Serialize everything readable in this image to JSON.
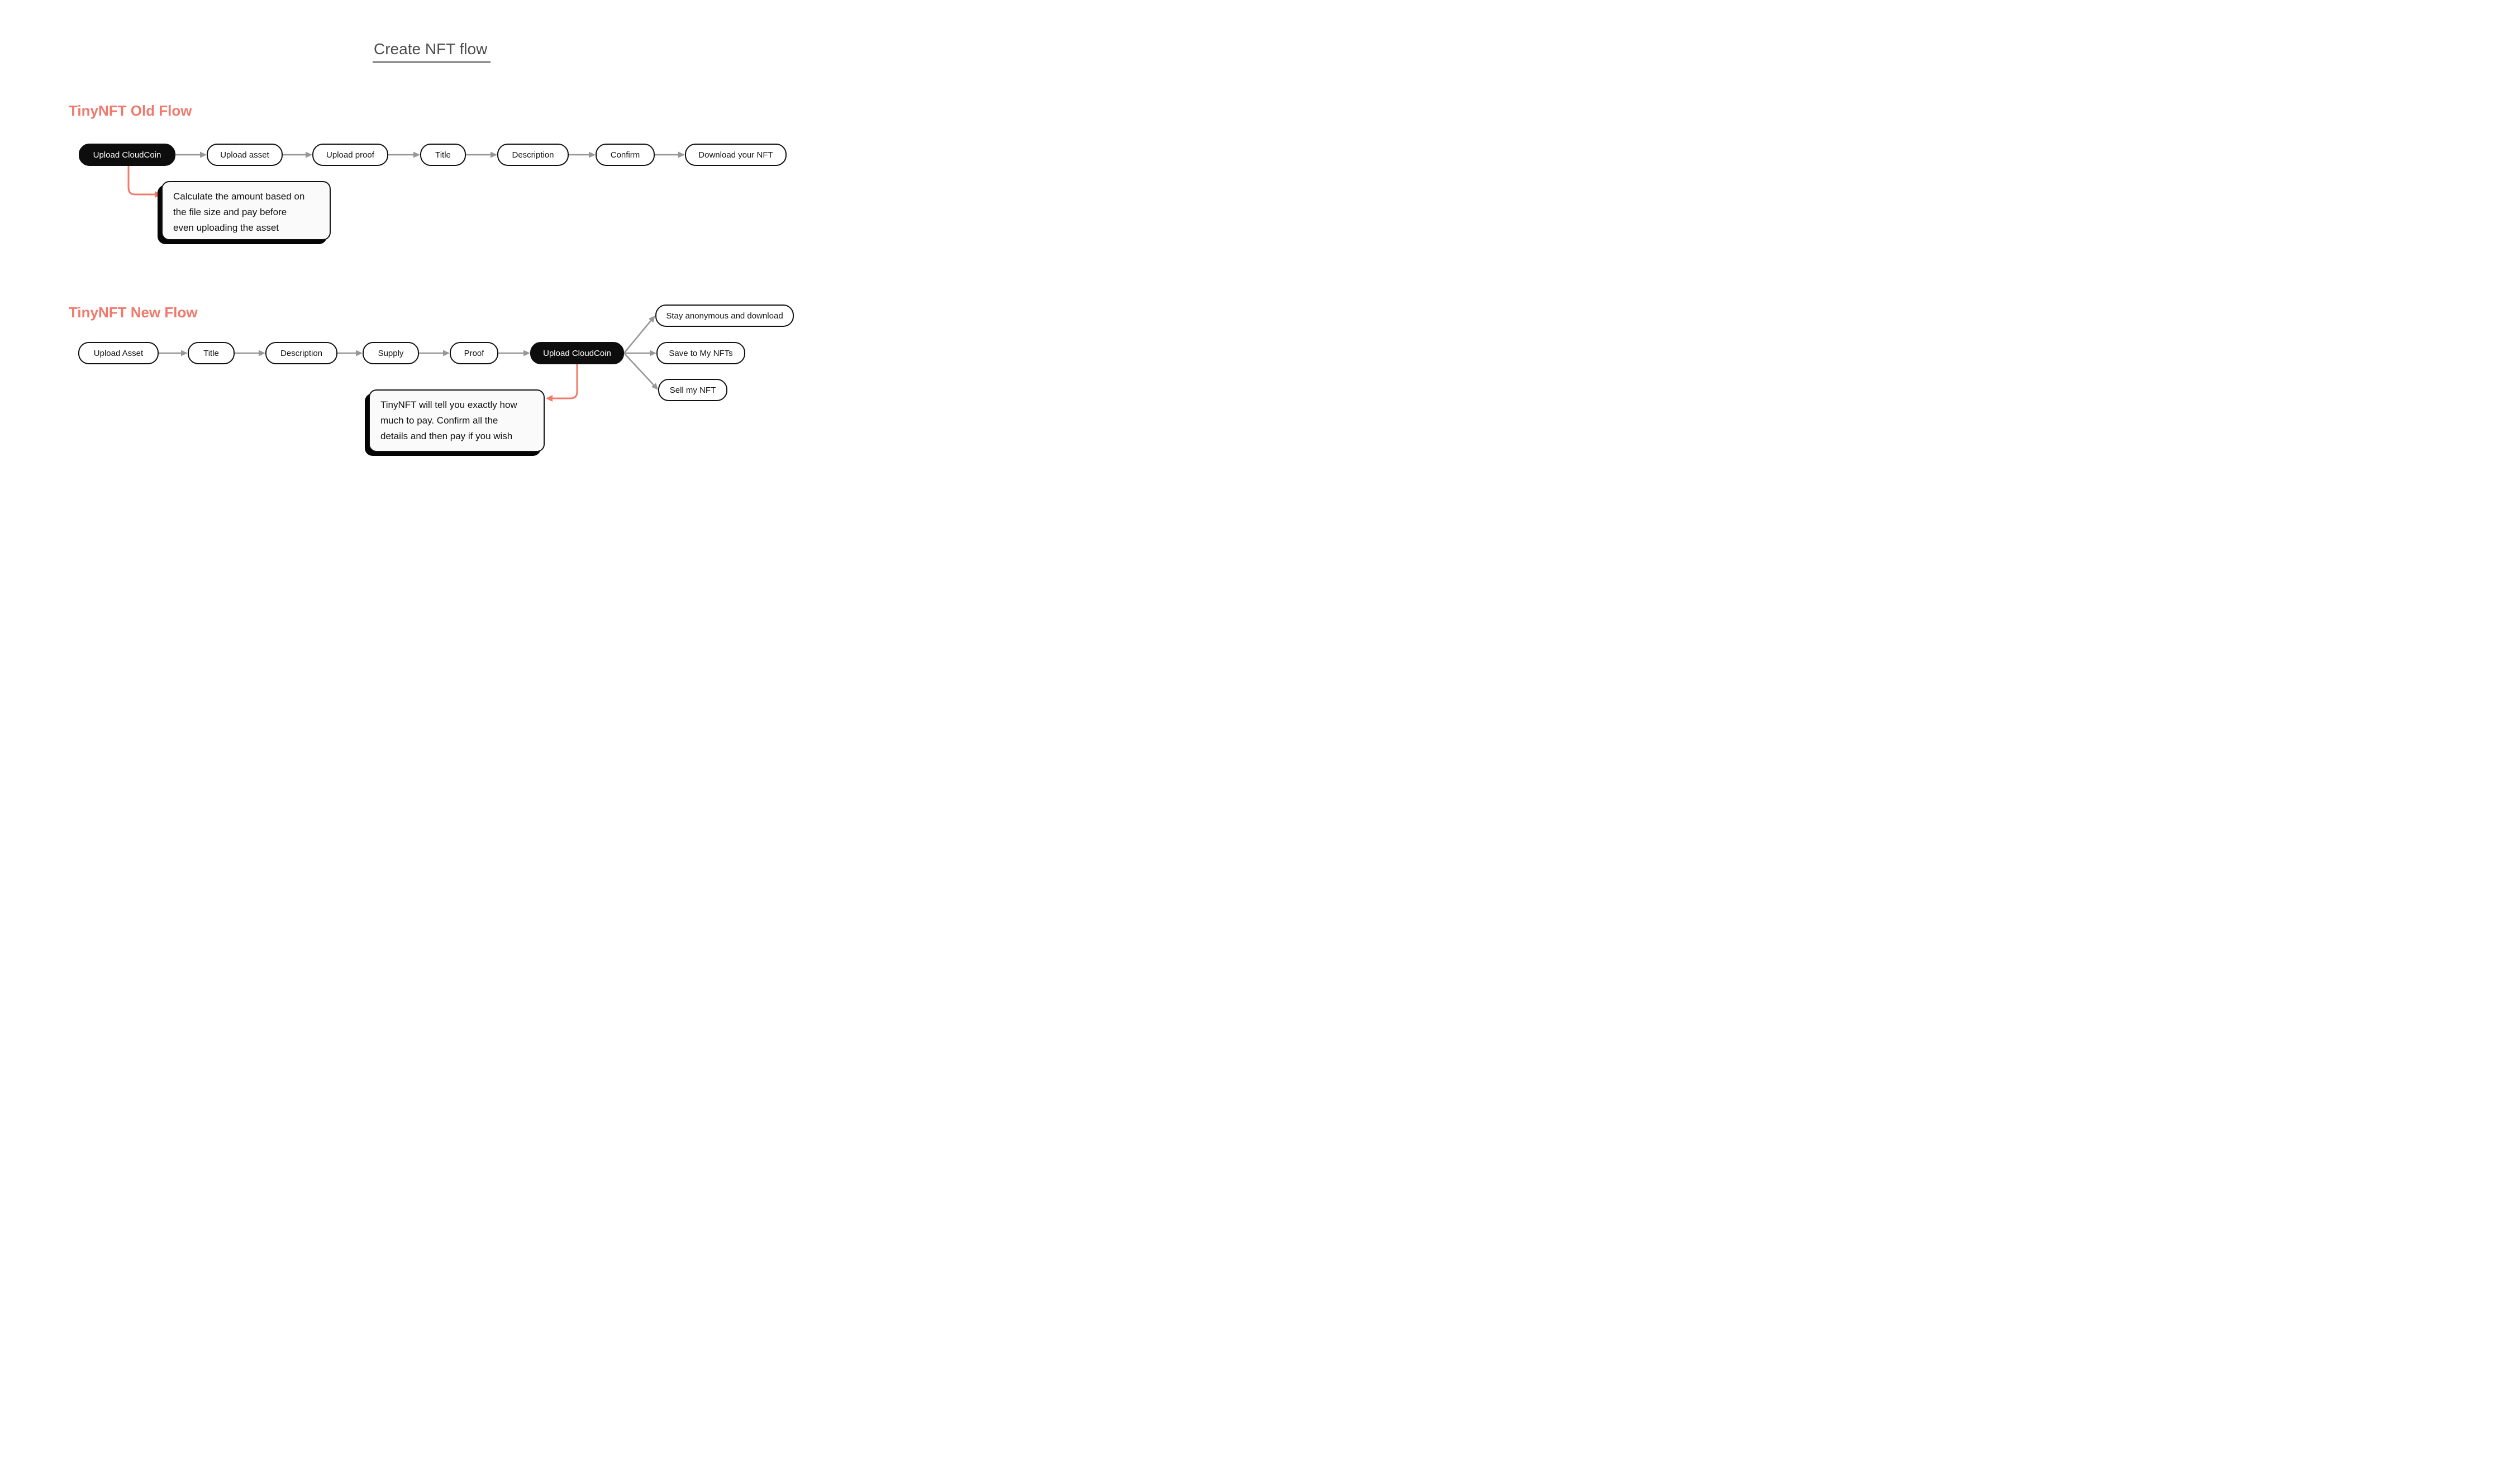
{
  "title": "Create NFT flow",
  "colors": {
    "accent_salmon": "#F0796B",
    "arrow_gray": "#979797",
    "node_dark_bg": "#0D0D0D",
    "node_light_bg": "#FFFFFF",
    "node_border": "#111111",
    "note_bg": "#FAFAFA",
    "title_color": "#4D4D4D"
  },
  "old_flow": {
    "heading": "TinyNFT Old Flow",
    "nodes": [
      {
        "label": "Upload CloudCoin",
        "variant": "dark"
      },
      {
        "label": "Upload asset",
        "variant": "light"
      },
      {
        "label": "Upload proof",
        "variant": "light"
      },
      {
        "label": "Title",
        "variant": "light"
      },
      {
        "label": "Description",
        "variant": "light"
      },
      {
        "label": "Confirm",
        "variant": "light"
      },
      {
        "label": "Download your NFT",
        "variant": "light"
      }
    ],
    "note": {
      "lines": [
        "Calculate the amount based on",
        "the file size and pay before",
        "even uploading the asset"
      ]
    }
  },
  "new_flow": {
    "heading": "TinyNFT New Flow",
    "nodes": [
      {
        "label": "Upload Asset",
        "variant": "light"
      },
      {
        "label": "Title",
        "variant": "light"
      },
      {
        "label": "Description",
        "variant": "light"
      },
      {
        "label": "Supply",
        "variant": "light"
      },
      {
        "label": "Proof",
        "variant": "light"
      },
      {
        "label": "Upload CloudCoin",
        "variant": "dark"
      }
    ],
    "branches": [
      {
        "label": "Stay anonymous and download"
      },
      {
        "label": "Save to My NFTs"
      },
      {
        "label": "Sell my NFT"
      }
    ],
    "note": {
      "lines": [
        "TinyNFT will tell you exactly how",
        "much to pay. Confirm all the",
        "details and then pay if you wish"
      ]
    }
  }
}
